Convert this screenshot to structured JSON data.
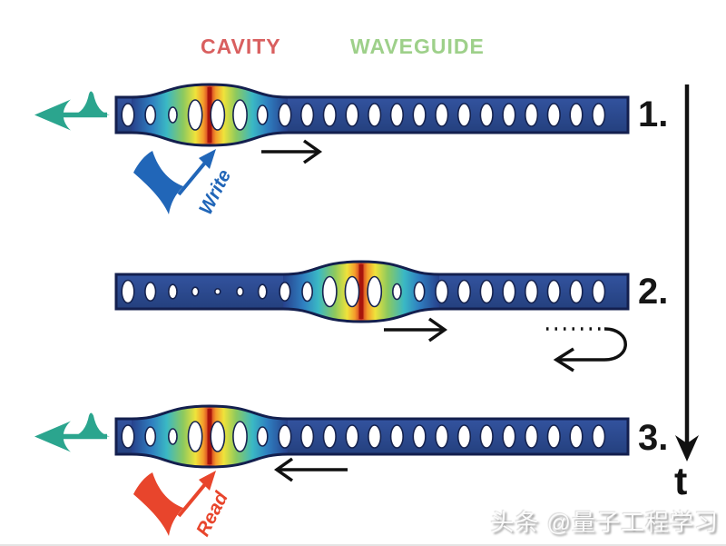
{
  "labels": {
    "cavity": "CAVITY",
    "waveguide": "WAVEGUIDE"
  },
  "rows": [
    {
      "step_label": "1.",
      "cavity_position": "left",
      "shrunken_holes": false,
      "input_pulse": {
        "label": "Write",
        "color_key": "write_pulse"
      },
      "emitted_pulse_direction": "left",
      "waveguide_arrow_direction": "right",
      "return_arrow": false
    },
    {
      "step_label": "2.",
      "cavity_position": "right",
      "shrunken_holes": true,
      "input_pulse": null,
      "emitted_pulse_direction": null,
      "waveguide_arrow_direction": "right",
      "return_arrow": true
    },
    {
      "step_label": "3.",
      "cavity_position": "left",
      "shrunken_holes": false,
      "input_pulse": {
        "label": "Read",
        "color_key": "read_pulse"
      },
      "emitted_pulse_direction": "left",
      "waveguide_arrow_direction": "left",
      "return_arrow": false
    }
  ],
  "timeline": {
    "axis_label": "t"
  },
  "watermark": {
    "text": "头条 @量子工程学习"
  },
  "colors": {
    "cavity_label": "#d95f5f",
    "waveguide_label": "#9ed08a",
    "bar_fill_light": "#33539f",
    "bar_fill_dark": "#24407e",
    "bar_border": "#131f4e",
    "hole_fill": "#ffffff",
    "hole_stroke": "#16234f",
    "mode_gradient": [
      "#27418c",
      "#2f7fc0",
      "#3ab8c4",
      "#8cc95f",
      "#efe33b",
      "#f59b2b",
      "#cc2a20"
    ],
    "mode_center_stripe": "#a31209",
    "teal_pulse": "#2ba58e",
    "write_pulse": "#2166b8",
    "read_pulse": "#e8452c",
    "arrow_black": "#111111"
  }
}
